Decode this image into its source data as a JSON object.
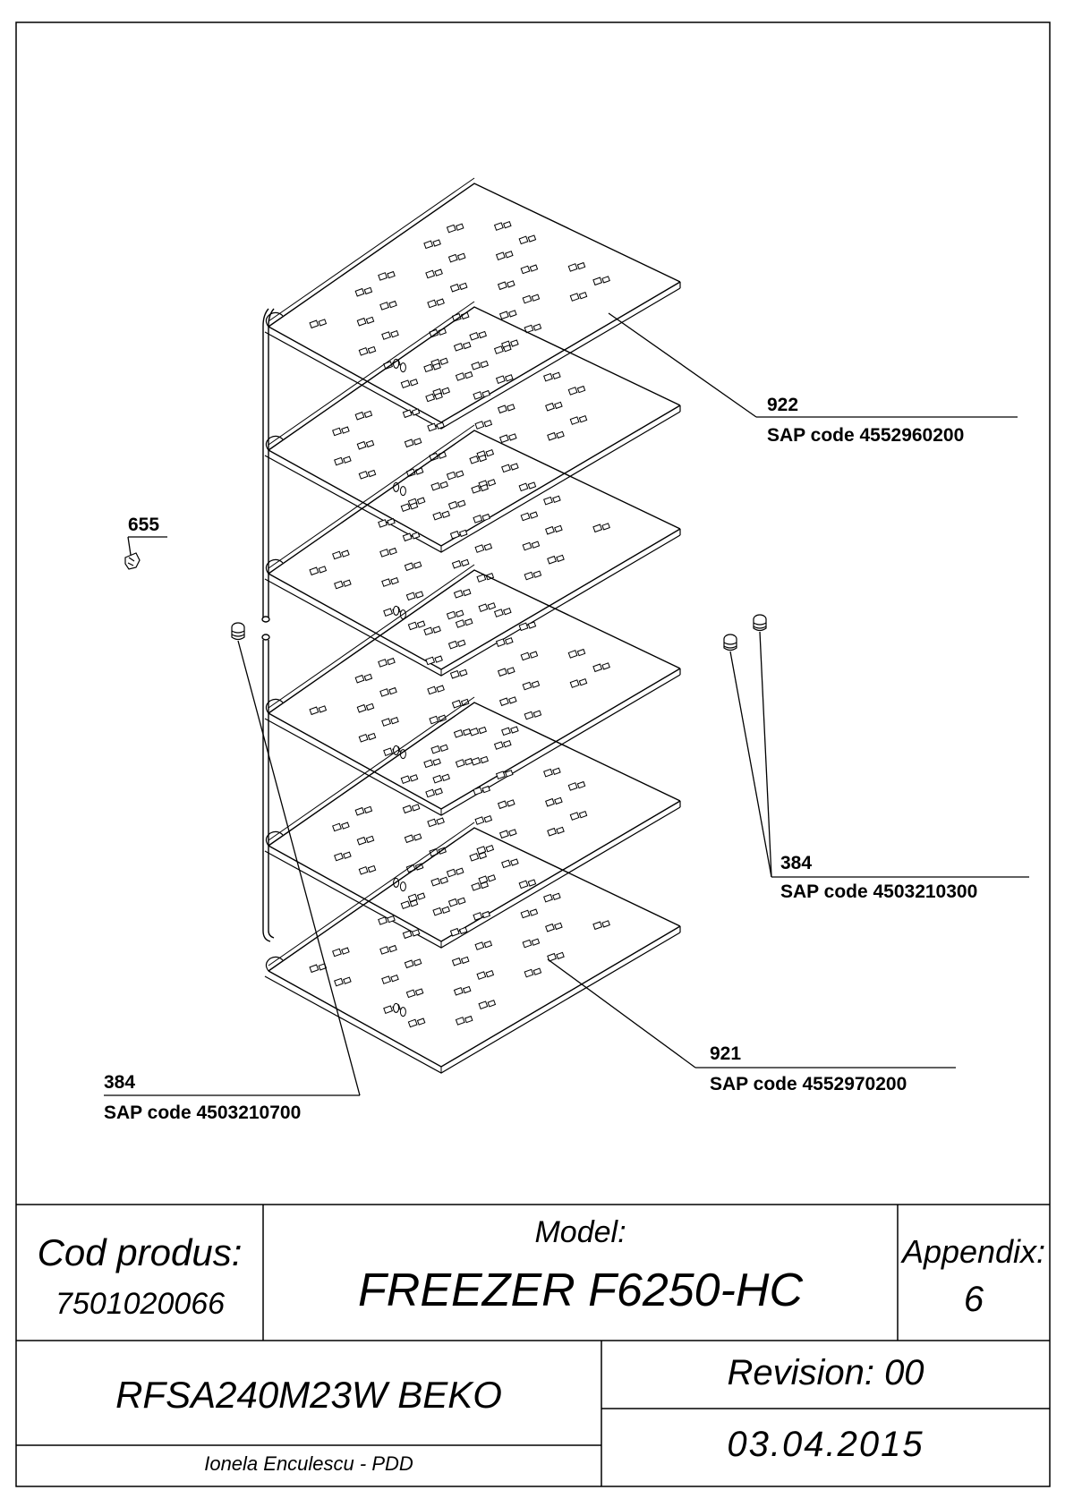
{
  "callouts": {
    "c922": {
      "number": "922",
      "sap": "SAP code 4552960200"
    },
    "c655": {
      "number": "655"
    },
    "c384_right": {
      "number": "384",
      "sap": "SAP code 4503210300"
    },
    "c921": {
      "number": "921",
      "sap": "SAP code 4552970200"
    },
    "c384_left": {
      "number": "384",
      "sap": "SAP code 4503210700"
    }
  },
  "title_block": {
    "cod_produs_label": "Cod produs:",
    "cod_produs_value": "7501020066",
    "model_label": "Model:",
    "model_value": "FREEZER F6250-HC",
    "appendix_label": "Appendix:",
    "appendix_value": "6",
    "product_name": "RFSA240M23W BEKO",
    "author": "Ionela Enculescu - PDD",
    "revision": "Revision: 00",
    "date": "03.04.2015"
  },
  "colors": {
    "ink": "#000000",
    "paper": "#ffffff"
  }
}
